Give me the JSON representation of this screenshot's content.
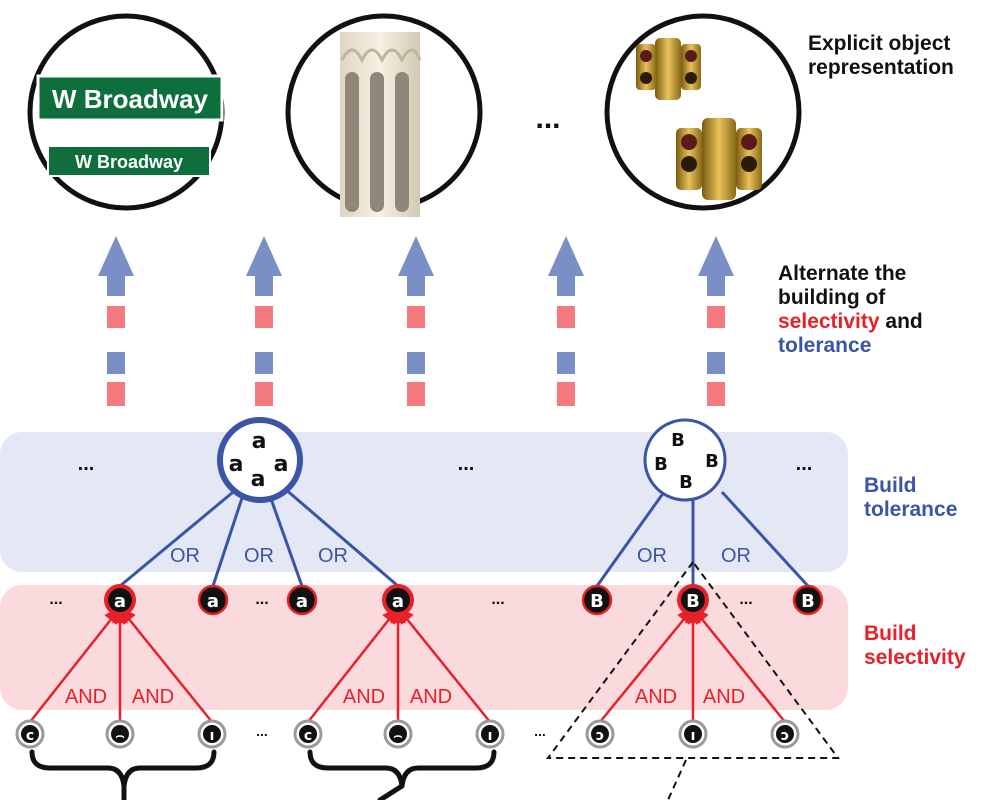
{
  "top": {
    "images": [
      {
        "kind": "street-sign",
        "sign_texts": [
          "W Broadway",
          "W Broadway"
        ]
      },
      {
        "kind": "building-facade"
      },
      {
        "kind": "traffic-lights"
      }
    ],
    "ellipsis": "..."
  },
  "side_labels": {
    "explicit_1": "Explicit object",
    "explicit_2": "representation",
    "alternate_1": "Alternate the",
    "alternate_2": "building of",
    "alt_red": "selectivity",
    "alt_and": " and",
    "alt_blue": "tolerance",
    "tolerance_1": "Build",
    "tolerance_2": "tolerance",
    "selectivity_1": "Build",
    "selectivity_2": "selectivity"
  },
  "gate_labels": {
    "or": "OR",
    "and": "AND"
  },
  "ellipsis": "...",
  "tolerance_letters": {
    "a": "a",
    "b": "B"
  },
  "selectivity_nodes": [
    "a",
    "a",
    "a",
    "a",
    "B",
    "B",
    "B"
  ],
  "feature_glyphs": [
    "c",
    "⌢",
    "ı",
    "c",
    "⌢",
    "ı",
    "ɔ",
    "ı",
    "ɔ"
  ],
  "colors": {
    "blue": "#3b55a6",
    "arrow_blue": "#7a8fc6",
    "red": "#e8202a",
    "dash_red": "#f47a7f",
    "band_blue": "#e4e8f4",
    "band_red": "#fadadd"
  }
}
